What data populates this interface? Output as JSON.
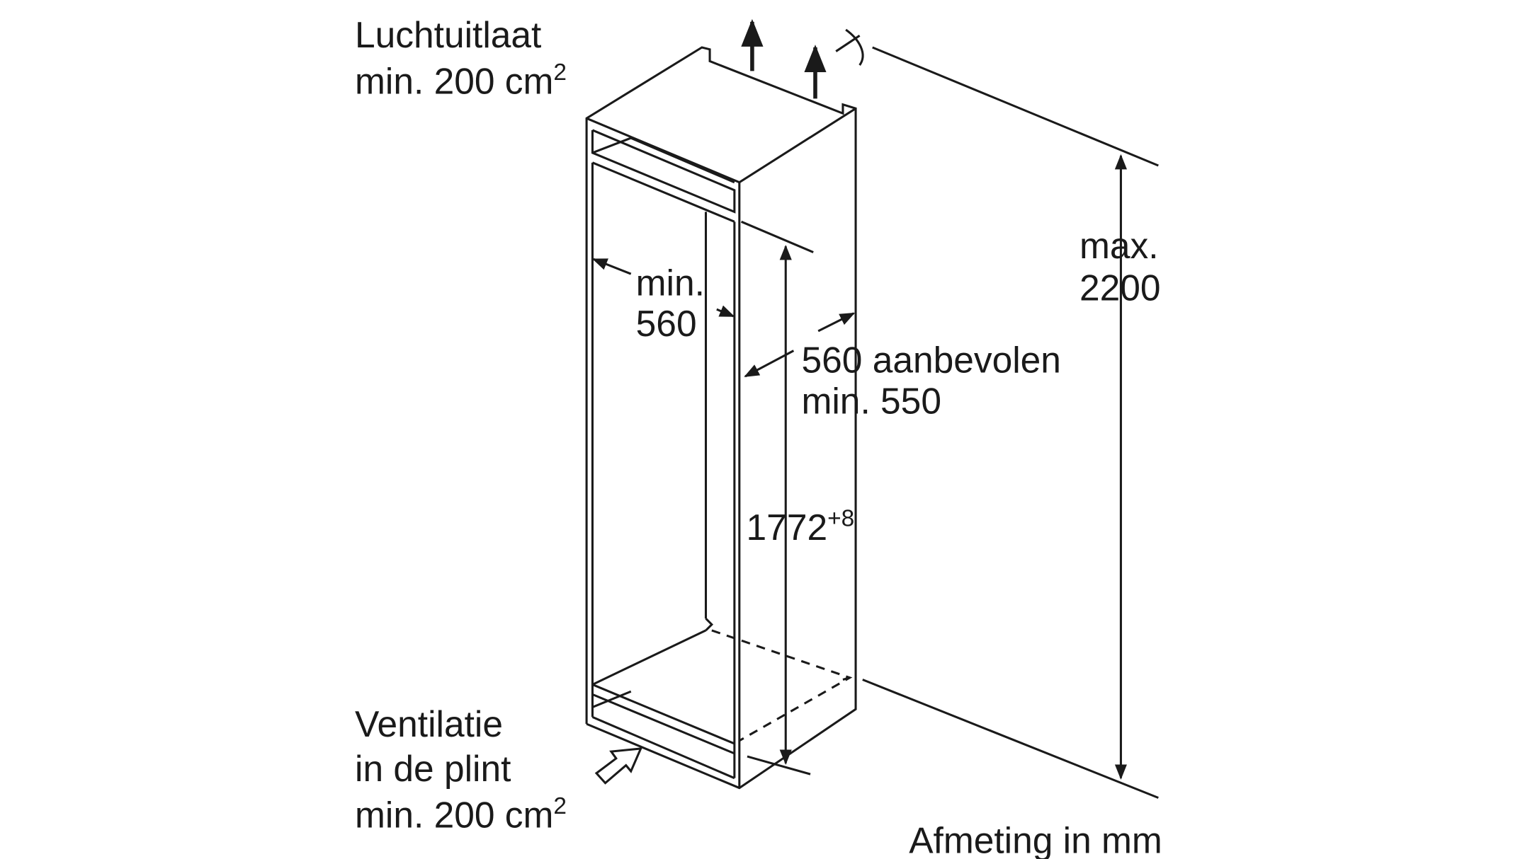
{
  "labels": {
    "air_outlet_line1": "Luchtuitlaat",
    "air_outlet_line2": "min. 200 cm",
    "air_outlet_sup": "2",
    "ventilation_line1": "Ventilatie",
    "ventilation_line2": "in de plint",
    "ventilation_line3": "min. 200 cm",
    "ventilation_sup": "2",
    "width_line1": "min.",
    "width_line2": "560",
    "depth_line1": "560 aanbevolen",
    "depth_line2": "min. 550",
    "niche_height": "1772",
    "niche_height_tolerance": "+8",
    "max_height_line1": "max.",
    "max_height_line2": "2200",
    "units_note": "Afmeting in mm"
  },
  "colors": {
    "line": "#1a1a1a",
    "background": "#ffffff"
  }
}
